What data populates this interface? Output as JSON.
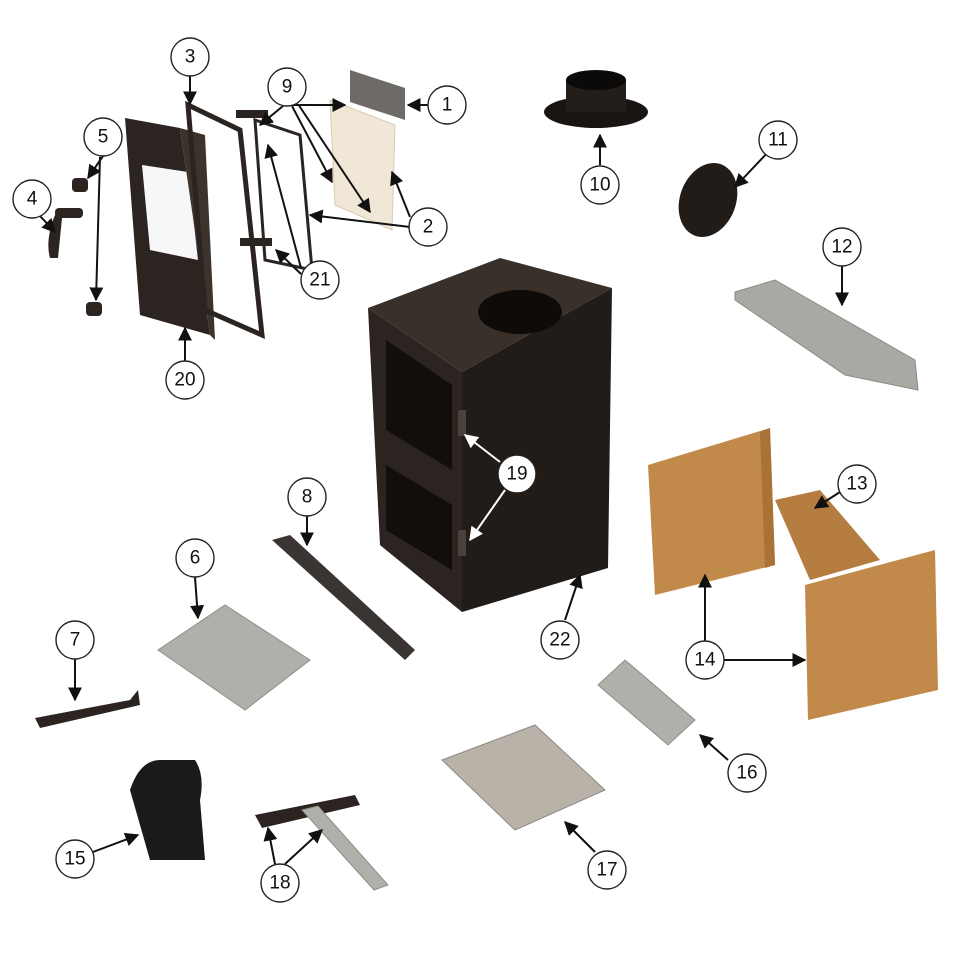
{
  "diagram": {
    "title": "Stove exploded parts view",
    "colors": {
      "stove_body": "#2b2420",
      "brick": "#c1894a",
      "steel": "#a9a9a4",
      "glass": "#f1e7d6",
      "callout_stroke": "#222222"
    },
    "callouts": [
      {
        "label": "1"
      },
      {
        "label": "2"
      },
      {
        "label": "3"
      },
      {
        "label": "4"
      },
      {
        "label": "5"
      },
      {
        "label": "6"
      },
      {
        "label": "7"
      },
      {
        "label": "8"
      },
      {
        "label": "9"
      },
      {
        "label": "10"
      },
      {
        "label": "11"
      },
      {
        "label": "12"
      },
      {
        "label": "13"
      },
      {
        "label": "14"
      },
      {
        "label": "15"
      },
      {
        "label": "16"
      },
      {
        "label": "17"
      },
      {
        "label": "18"
      },
      {
        "label": "19"
      },
      {
        "label": "20"
      },
      {
        "label": "21"
      },
      {
        "label": "22"
      }
    ]
  }
}
